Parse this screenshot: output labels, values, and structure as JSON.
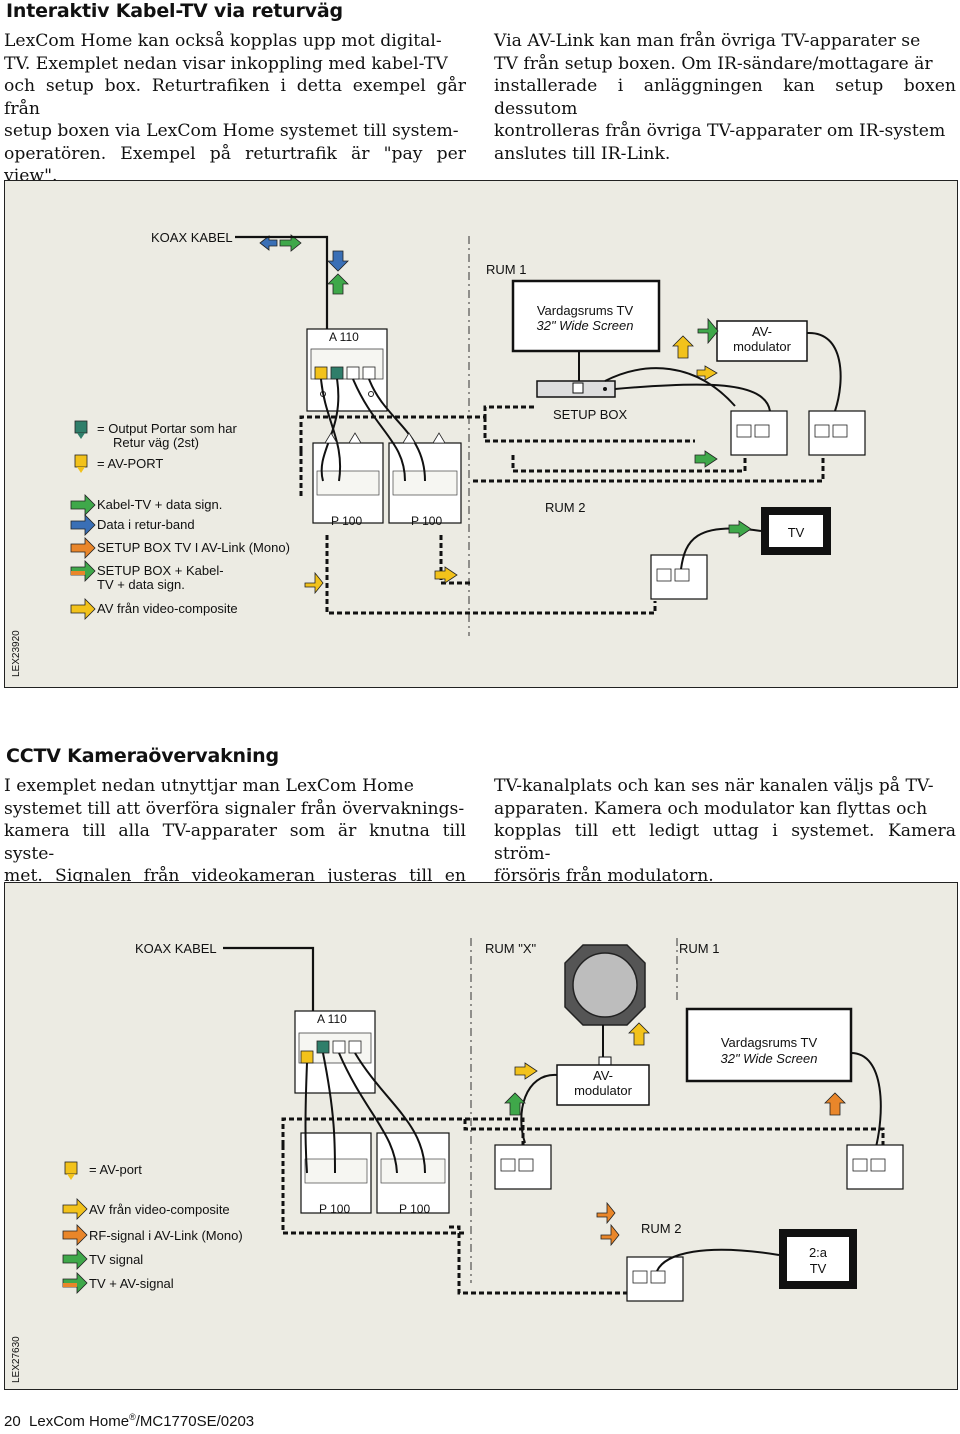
{
  "section1": {
    "title": "Interaktiv Kabel-TV via returväg",
    "col1": [
      "LexCom Home kan också kopplas upp mot digital-",
      "TV. Exemplet nedan visar inkoppling med kabel-TV",
      "och setup box. Returtrafiken i detta exempel går från",
      "setup boxen via LexCom Home systemet till system-",
      "operatören. Exempel på returtrafik är \"pay per view\"."
    ],
    "col2": [
      "Via AV-Link kan man från övriga TV-apparater se",
      "TV från setup boxen. Om IR-sändare/mottagare är",
      "installerade i anläggningen kan setup boxen dessutom",
      "kontrolleras från övriga TV-apparater om IR-system",
      "anslutes till IR-Link."
    ]
  },
  "diagram1": {
    "koax": "KOAX KABEL",
    "rum1": "RUM 1",
    "tv_line1": "Vardagsrums TV",
    "tv_line2": "32\" Wide Screen",
    "avmod_line1": "AV-",
    "avmod_line2": "modulator",
    "a110": "A 110",
    "setupbox": "SETUP BOX",
    "p100a": "P 100",
    "p100b": "P 100",
    "rum2": "RUM 2",
    "tv2": "TV",
    "code": "LEX23920",
    "legend": {
      "output_line1": "= Output Portar som har",
      "output_line2": "Retur väg (2st)",
      "avport": "= AV-PORT",
      "kabel": "Kabel-TV + data sign.",
      "data": "Data i retur-band",
      "setup_av": "SETUP BOX TV I AV-Link (Mono)",
      "setup_kabel_line1": "SETUP BOX + Kabel-",
      "setup_kabel_line2": "TV + data sign.",
      "av_video": "AV från video-composite"
    }
  },
  "section2": {
    "title": "CCTV Kameraövervakning",
    "col1": [
      "I exemplet nedan utnyttjar man LexCom Home",
      "systemet till att överföra signaler från övervaknings-",
      "kamera till alla TV-apparater som är knutna till syste-",
      "met. Signalen från videokameran justeras till en ledig"
    ],
    "col2": [
      "TV-kanalplats och kan ses när kanalen väljs på TV-",
      "apparaten. Kamera och modulator kan flyttas och",
      "kopplas till ett ledigt uttag i systemet. Kamera ström-",
      "försörjs från modulatorn."
    ]
  },
  "diagram2": {
    "koax": "KOAX KABEL",
    "rumx": "RUM \"X\"",
    "rum1": "RUM 1",
    "a110": "A 110",
    "tv_line1": "Vardagsrums TV",
    "tv_line2": "32\" Wide Screen",
    "avmod_line1": "AV-",
    "avmod_line2": "modulator",
    "p100a": "P 100",
    "p100b": "P 100",
    "rum2": "RUM 2",
    "tv2_line1": "2:a",
    "tv2_line2": "TV",
    "code": "LEX27630",
    "legend": {
      "avport": "= AV-port",
      "av_video": "AV från video-composite",
      "rf": "RF-signal i AV-Link (Mono)",
      "tv": "TV signal",
      "tv_av": "TV + AV-signal"
    }
  },
  "footer": {
    "page": "20",
    "brand": "LexCom Home",
    "reg": "®",
    "doc": "/MC1770SE/0203"
  },
  "colors": {
    "panel_bg": "#ecebe3",
    "green_arrow": "#3fa84a",
    "blue_arrow": "#3a6fb6",
    "orange_arrow": "#e9862a",
    "yellow_arrow": "#f2c21b",
    "port_teal": "#2f7e6a",
    "port_yellow": "#f2c21b"
  }
}
